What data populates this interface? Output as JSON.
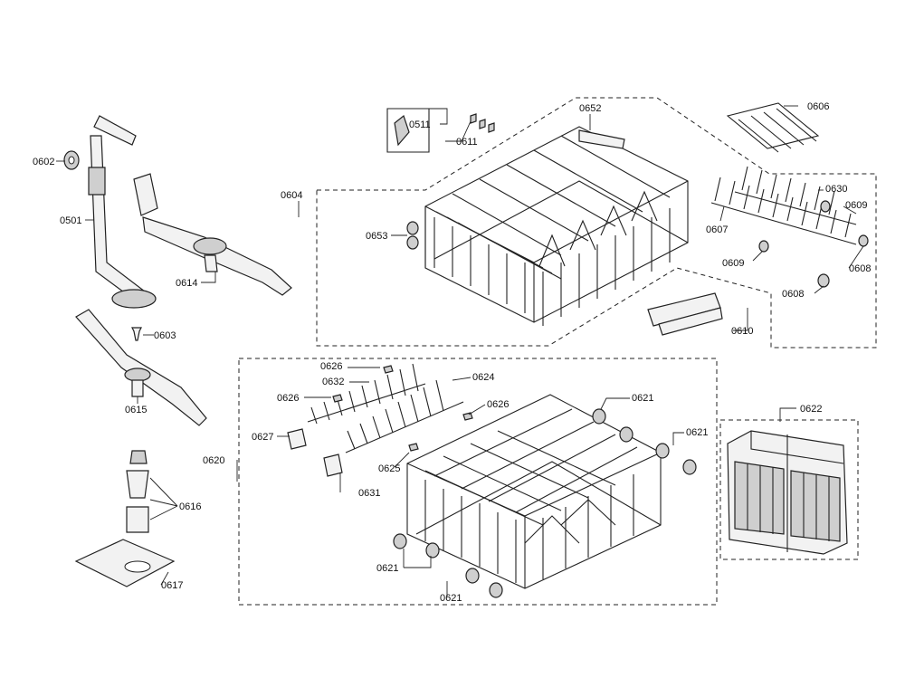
{
  "callouts": {
    "c0501": "0501",
    "c0602": "0602",
    "c0614": "0614",
    "c0603": "0603",
    "c0615": "0615",
    "c0604": "0604",
    "c0511": "0511",
    "c0611": "0611",
    "c0652": "0652",
    "c0606": "0606",
    "c0653": "0653",
    "c0607": "0607",
    "c0630": "0630",
    "c0609a": "0609",
    "c0609b": "0609",
    "c0608a": "0608",
    "c0608b": "0608",
    "c0610": "0610",
    "c0626a": "0626",
    "c0632": "0632",
    "c0624": "0624",
    "c0626b": "0626",
    "c0626c": "0626",
    "c0621a": "0621",
    "c0621b": "0621",
    "c0627": "0627",
    "c0625": "0625",
    "c0620": "0620",
    "c0631": "0631",
    "c0616": "0616",
    "c0621c": "0621",
    "c0621d": "0621",
    "c0617": "0617",
    "c0622": "0622"
  }
}
